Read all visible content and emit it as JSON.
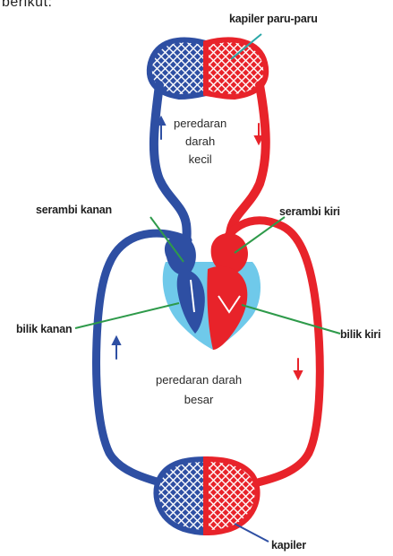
{
  "header_fragment": "berikut:",
  "colors": {
    "deoxygenated": "#2e4fa3",
    "oxygenated": "#e8232a",
    "heart_background": "#6fc9ea",
    "pointer_line_green": "#2e9a4a",
    "pointer_line_teal": "#2aa7a7",
    "pointer_line_blue": "#2e4fa3"
  },
  "labels": {
    "lung_capillaries": "kapiler paru-paru",
    "right_atrium": "serambi kanan",
    "left_atrium": "serambi kiri",
    "right_ventricle": "bilik kanan",
    "left_ventricle": "bilik kiri",
    "body_capillaries": "kapiler"
  },
  "circulation": {
    "small": {
      "line1": "peredaran",
      "line2": "darah",
      "line3": "kecil"
    },
    "large": {
      "line1": "peredaran darah",
      "line2": "besar"
    }
  }
}
